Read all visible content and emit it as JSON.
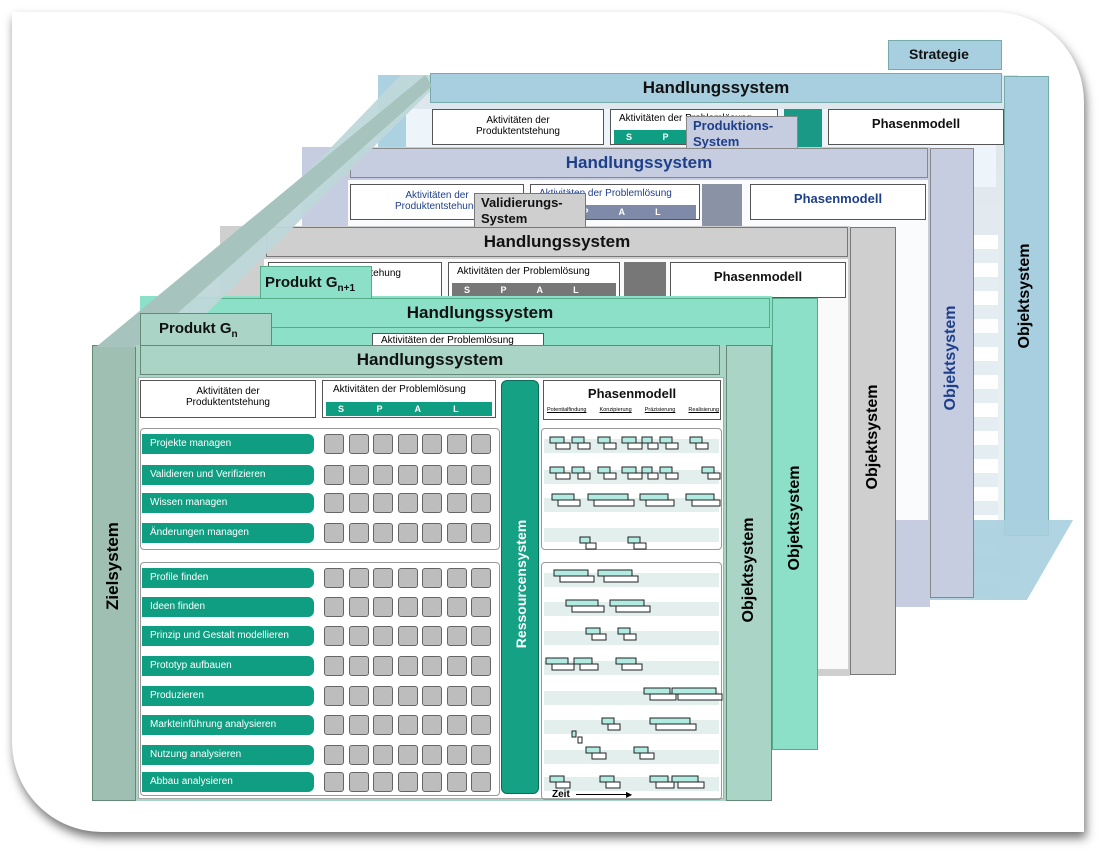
{
  "colors": {
    "layer_gn": "#a9d4c6",
    "layer_gn1": "#8de0c8",
    "layer_valid": "#cfcfcf",
    "layer_prod": "#c7cde0",
    "layer_strat": "#a8cfdf",
    "teal": "#0f9e82",
    "bar": "#b2ebe2"
  },
  "strategie": {
    "label": "Strategie",
    "header": "Handlungssystem",
    "act_entstehung": "Aktivitäten der Produktentstehung",
    "act_problem": "Aktivitäten der Problemlösung",
    "spalten": "S P A L T E N",
    "phasenmodell": "Phasenmodell",
    "objekt": "Objektsystem"
  },
  "produktion": {
    "label": "Produktions- System",
    "header": "Handlungssystem",
    "act_entstehung": "Aktivitäten der Produktentstehung",
    "act_problem": "Aktivitäten der Problemlösung",
    "spalten": "S P A L T E N",
    "phasenmodell": "Phasenmodell",
    "objekt": "Objektsystem"
  },
  "validierung": {
    "label": "Validierungs- System",
    "header": "Handlungssystem",
    "act_entstehung": "der Produktentstehung",
    "act_problem": "Aktivitäten der Problemlösung",
    "spalten": "S P A L T E N",
    "phasenmodell": "Phasenmodell",
    "objekt": "Objektsystem"
  },
  "gn1": {
    "label": "Produkt G",
    "sub": "n+1",
    "header": "Handlungssystem",
    "act_problem": "Aktivitäten der Problemlösung",
    "objekt": "Objektsystem"
  },
  "gn": {
    "label": "Produkt G",
    "sub": "n",
    "header": "Handlungssystem",
    "act_entstehung": "Aktivitäten der Produktentstehung",
    "act_problem": "Aktivitäten der Problemlösung",
    "spalten": "S P A L T E N",
    "phasenmodell": "Phasenmodell",
    "objekt": "Objektsystem",
    "ressourcen": "Ressourcensystem",
    "ziel": "Zielsystem",
    "zeit": "Zeit"
  },
  "phasen": [
    "Potentialfindung",
    "Konzipierung",
    "Präzisierung",
    "Realisierung"
  ],
  "rows": [
    "Projekte managen",
    "Validieren und Verifizieren",
    "Wissen managen",
    "Änderungen managen",
    "Profile finden",
    "Ideen finden",
    "Prinzip und Gestalt modellieren",
    "Prototyp aufbauen",
    "Produzieren",
    "Markteinführung analysieren",
    "Nutzung analysieren",
    "Abbau analysieren"
  ]
}
